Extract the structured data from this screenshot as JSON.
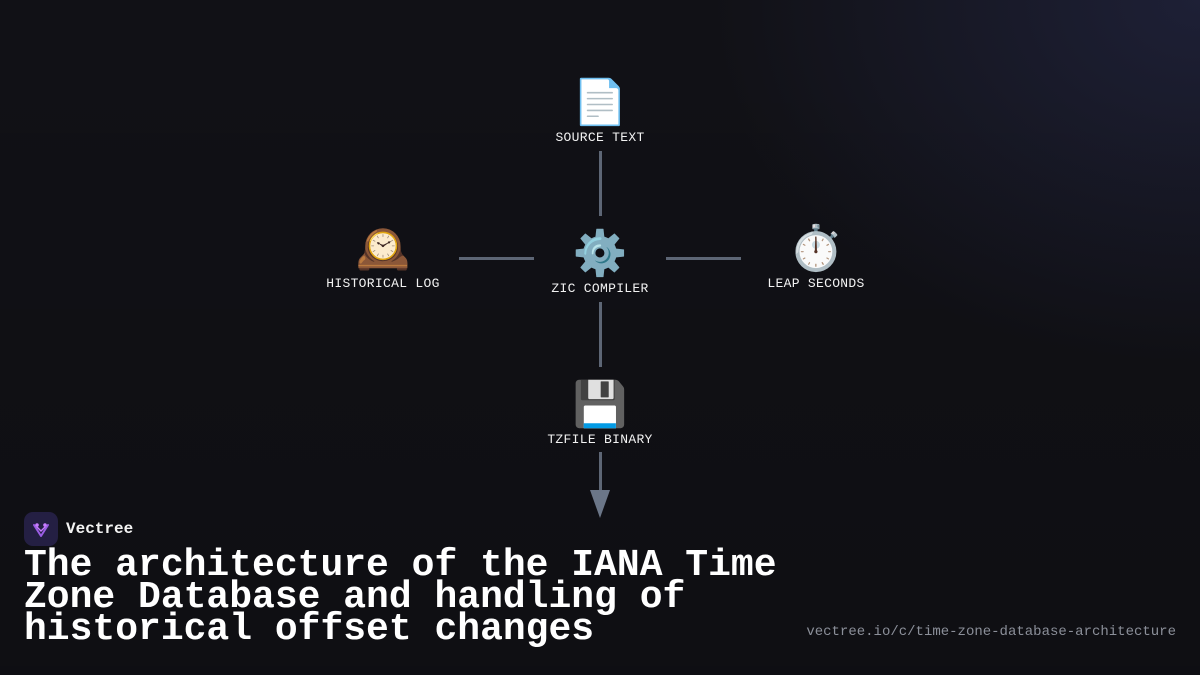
{
  "diagram": {
    "nodes": {
      "source_text": {
        "icon": "document-icon",
        "glyph": "📄",
        "label": "SOURCE TEXT"
      },
      "historical_log": {
        "icon": "mantel-clock-icon",
        "glyph": "🕰️",
        "label": "HISTORICAL LOG"
      },
      "zic_compiler": {
        "icon": "gear-icon",
        "glyph": "⚙️",
        "label": "ZIC COMPILER"
      },
      "leap_seconds": {
        "icon": "stopwatch-icon",
        "glyph": "⏱️",
        "label": "LEAP SECONDS"
      },
      "tzfile_binary": {
        "icon": "floppy-disk-icon",
        "glyph": "💾",
        "label": "TZFILE BINARY"
      }
    },
    "edges": [
      {
        "from": "SOURCE TEXT",
        "to": "ZIC COMPILER"
      },
      {
        "from": "HISTORICAL LOG",
        "to": "ZIC COMPILER"
      },
      {
        "from": "LEAP SECONDS",
        "to": "ZIC COMPILER"
      },
      {
        "from": "ZIC COMPILER",
        "to": "TZFILE BINARY"
      }
    ]
  },
  "brand": {
    "name": "Vectree",
    "logo_icon": "vectree-logo-icon",
    "accent": "#9b5de5"
  },
  "title": "The architecture of the IANA Time Zone Database and handling of historical offset changes",
  "url": "vectree.io/c/time-zone-database-architecture",
  "colors": {
    "background": "#111116",
    "connector": "#5d6675",
    "text": "#ffffff",
    "muted": "#8b8f99"
  }
}
